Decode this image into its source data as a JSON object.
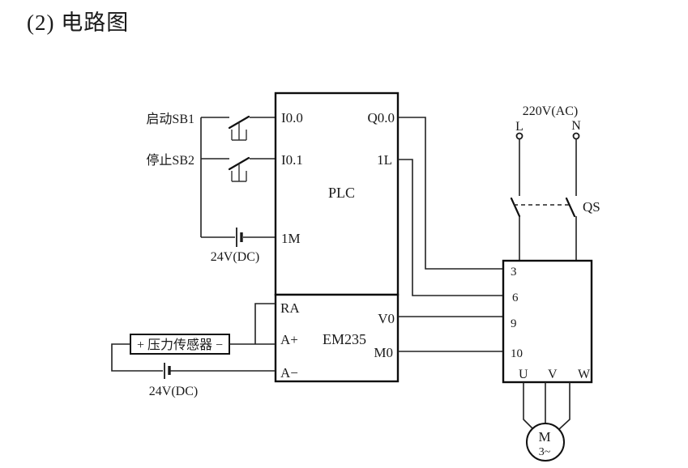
{
  "title": "(2) 电路图",
  "buttons": {
    "start": "启动SB1",
    "stop": "停止SB2"
  },
  "power": {
    "dc_input": "24V(DC)",
    "dc_sensor": "24V(DC)",
    "ac": "220V(AC)",
    "line": "L",
    "neutral": "N",
    "disconnector": "QS"
  },
  "plc": {
    "label": "PLC",
    "inputs": [
      "I0.0",
      "I0.1",
      "1M"
    ],
    "outputs": [
      "Q0.0",
      "1L"
    ]
  },
  "em235": {
    "label": "EM235",
    "inputs": [
      "RA",
      "A+",
      "A−"
    ],
    "outputs": [
      "V0",
      "M0"
    ]
  },
  "sensor": {
    "label": "+ 压力传感器 −"
  },
  "inverter": {
    "input_terminals": [
      "3",
      "6",
      "9",
      "10"
    ],
    "output_terminals": [
      "U",
      "V",
      "W"
    ]
  },
  "motor": {
    "label": "M",
    "phase": "3~"
  },
  "colors": {
    "line": "#222222",
    "background": "#ffffff"
  }
}
